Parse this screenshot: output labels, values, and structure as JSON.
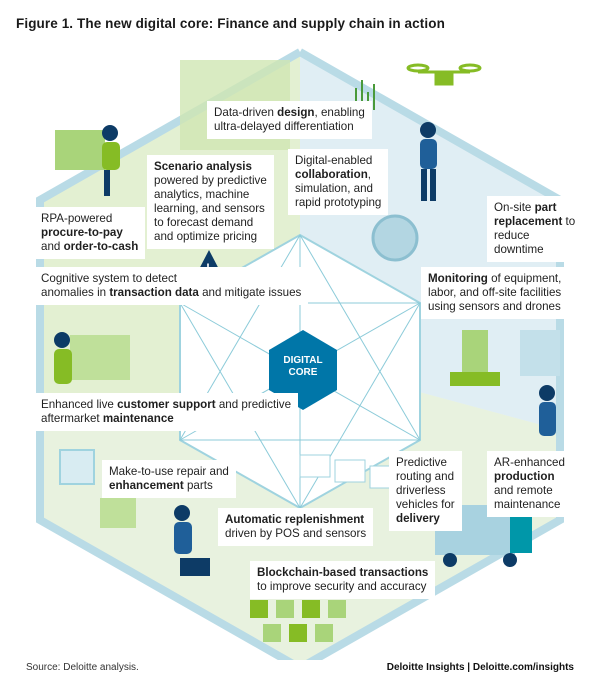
{
  "figure": {
    "title": "Figure 1. The new digital core: Finance and supply chain in action",
    "core_label_line1": "DIGITAL",
    "core_label_line2": "CORE",
    "source": "Source: Deloitte analysis.",
    "credit": "Deloitte Insights | Deloitte.com/insights"
  },
  "labels": {
    "design": {
      "a": "Data-driven ",
      "b": "design",
      "c": ", enabling\nultra-delayed differentiation"
    },
    "scenario": {
      "a": "",
      "b": "Scenario analysis",
      "c": "\npowered by predictive\nanalytics, machine\nlearning, and sensors\nto forecast demand\nand optimize pricing"
    },
    "collab": {
      "a": "Digital-enabled\n",
      "b": "collaboration",
      "c": ",\nsimulation, and\nrapid prototyping"
    },
    "rpa": {
      "a": "RPA-powered\n",
      "b": "procure-to-pay",
      "c": "\nand ",
      "d": "order-to-cash"
    },
    "replace": {
      "a": "On-site ",
      "b": "part\nreplacement",
      "c": " to reduce\ndowntime"
    },
    "cognitive": {
      "a": "Cognitive system to detect\nanomalies in ",
      "b": "transaction\ndata",
      "c": " and mitigate issues"
    },
    "monitoring": {
      "a": "",
      "b": "Monitoring",
      "c": " of equipment,\nlabor, and off-site facilities\nusing sensors and drones"
    },
    "support": {
      "a": "Enhanced live ",
      "b": "customer\nsupport",
      "c": " and predictive\naftermarket ",
      "d": "maintenance"
    },
    "repair": {
      "a": "Make-to-use repair and\n",
      "b": "enhancement",
      "c": " parts"
    },
    "routing": {
      "a": "Predictive\nrouting and\ndriverless\nvehicles for\n",
      "b": "delivery",
      "c": ""
    },
    "ar": {
      "a": "AR-enhanced\n",
      "b": "production",
      "c": "\nand remote\nmaintenance"
    },
    "replenish": {
      "a": "",
      "b": "Automatic replenishment",
      "c": "\ndriven by POS and sensors"
    },
    "blockchain": {
      "a": "",
      "b": "Blockchain-based transactions",
      "c": "\nto improve security and accuracy"
    }
  },
  "colors": {
    "navy": "#0d3b66",
    "green": "#86bc25",
    "light_green": "#d6e9b4",
    "teal": "#0097a9",
    "light_blue": "#cfe8f0",
    "core_blue": "#0076a8"
  }
}
